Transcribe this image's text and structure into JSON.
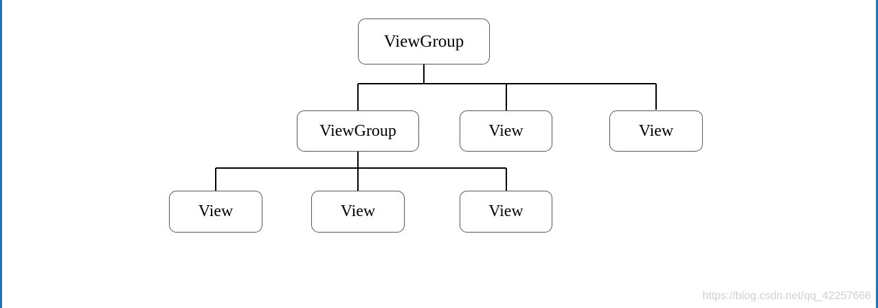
{
  "diagram": {
    "nodes": {
      "root": "ViewGroup",
      "child_group": "ViewGroup",
      "child_view_1": "View",
      "child_view_2": "View",
      "leaf_view_1": "View",
      "leaf_view_2": "View",
      "leaf_view_3": "View"
    },
    "edges": [
      [
        "root",
        "child_group"
      ],
      [
        "root",
        "child_view_1"
      ],
      [
        "root",
        "child_view_2"
      ],
      [
        "child_group",
        "leaf_view_1"
      ],
      [
        "child_group",
        "leaf_view_2"
      ],
      [
        "child_group",
        "leaf_view_3"
      ]
    ]
  },
  "watermark": "https://blog.csdn.net/qq_42257666",
  "colors": {
    "frame_border": "#1e73be",
    "node_border": "#555555",
    "connector": "#000000",
    "watermark": "#d0d0d0"
  }
}
